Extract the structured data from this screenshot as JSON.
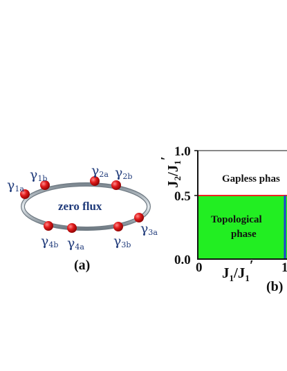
{
  "panel_a": {
    "center_label": "zero flux",
    "panel_label": "(a)",
    "sites": [
      {
        "symbol": "γ",
        "sub": "1a"
      },
      {
        "symbol": "γ",
        "sub": "1b"
      },
      {
        "symbol": "γ",
        "sub": "2a"
      },
      {
        "symbol": "γ",
        "sub": "2b"
      },
      {
        "symbol": "γ",
        "sub": "3a"
      },
      {
        "symbol": "γ",
        "sub": "3b"
      },
      {
        "symbol": "γ",
        "sub": "4a"
      },
      {
        "symbol": "γ",
        "sub": "4b"
      }
    ],
    "colors": {
      "site": "#d41a1a",
      "ring": "#a9b4bd",
      "text": "#1f3a7a"
    }
  },
  "panel_b": {
    "panel_label": "(b)",
    "y_ticks": [
      "1.0",
      "0.5",
      "0.0"
    ],
    "x_ticks": [
      "0",
      "1"
    ],
    "y_axis": {
      "main": "J",
      "sub": "2",
      "mid": "/J",
      "sub2": "1",
      "prime": "′"
    },
    "x_axis": {
      "main": "J",
      "sub": "1",
      "mid": "/J",
      "sub2": "1",
      "prime": "′"
    },
    "regions": {
      "gapless": "Gapless phas",
      "topological_line1": "Topological",
      "topological_line2": "phase"
    },
    "colors": {
      "topological": "#22ee22",
      "boundary": "#ee2222",
      "right_edge": "#1c3fd4"
    }
  },
  "chart_data": {
    "type": "phase-diagram",
    "xlabel": "J1/J1′",
    "ylabel": "J2/J1′",
    "xlim": [
      0,
      1
    ],
    "ylim": [
      0,
      1.0
    ],
    "regions": [
      {
        "name": "Topological phase",
        "x": [
          0,
          1
        ],
        "y": [
          0,
          0.5
        ]
      },
      {
        "name": "Gapless phas",
        "x": [
          0,
          1
        ],
        "y": [
          0.5,
          1.0
        ]
      }
    ],
    "boundary_y": 0.5
  }
}
